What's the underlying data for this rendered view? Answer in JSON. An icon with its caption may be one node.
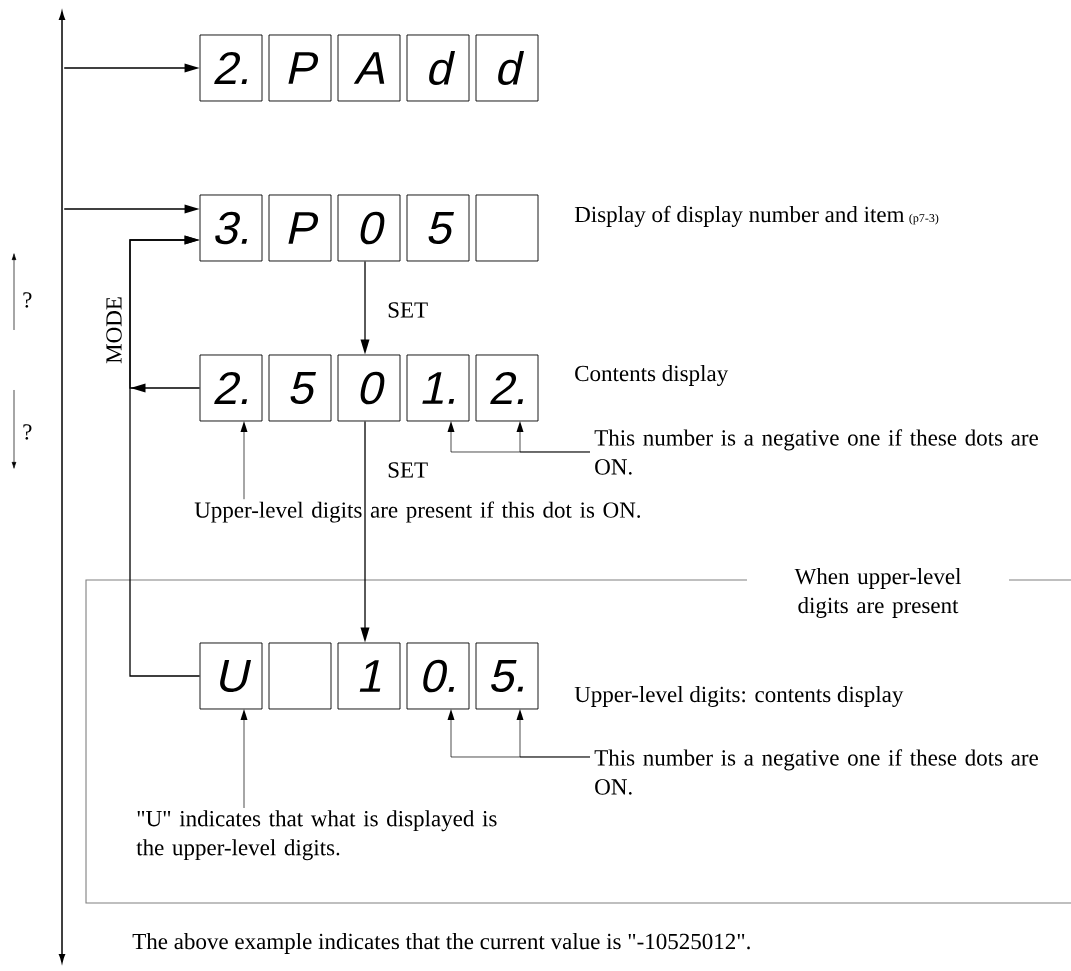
{
  "diagram": {
    "nodes": [
      {
        "text": [],
        "shape": "bar"
      },
      {
        "text": [
          "2."
        ]
      },
      {
        "text": [
          "P"
        ]
      },
      {
        "text": [
          "A"
        ]
      },
      {
        "text": [
          "d"
        ]
      },
      {
        "text": [
          "d"
        ]
      },
      {
        "text": [
          "3."
        ]
      },
      {
        "text": [
          "P"
        ]
      },
      {
        "text": [
          "0"
        ]
      },
      {
        "text": [
          "5"
        ]
      },
      {
        "text": [],
        "shape": "box"
      },
      {
        "text": [
          "2."
        ]
      },
      {
        "text": [
          "5"
        ]
      },
      {
        "text": [
          "0"
        ]
      },
      {
        "text": [
          "1."
        ]
      },
      {
        "text": [
          "2."
        ]
      },
      {
        "text": [
          "When upper-level digits are present"
        ]
      },
      {
        "text": [
          "U"
        ],
        "in": 16
      },
      {
        "text": [],
        "shape": "box",
        "in": 16
      },
      {
        "text": [
          "1"
        ],
        "in": 16
      },
      {
        "text": [
          "0."
        ],
        "in": 16
      },
      {
        "text": [
          "5."
        ],
        "in": 16
      },
      {
        "text": [
          "This number is a negative one if these dots are ON."
        ]
      },
      {
        "text": [
          "Upper-level digits are present if this dot is ON."
        ]
      },
      {
        "text": [
          "\"U\" indicates that what is displayed is the upper-level digits."
        ],
        "in": 16
      },
      {
        "text": [
          "This number is a negative one if these dots are ON."
        ],
        "in": 16
      }
    ],
    "edges": [
      {
        "from": 0,
        "to": 1,
        "arrow": "to"
      },
      {
        "from": 0,
        "to": 6,
        "arrow": "to"
      },
      {
        "from": 8,
        "to": 13,
        "arrow": "to",
        "label": "SET"
      },
      {
        "from": 11,
        "to": 6,
        "arrow": "to",
        "label": "MODE"
      },
      {
        "from": 17,
        "to": 6,
        "arrow": "to"
      },
      {
        "from": 13,
        "to": 19,
        "arrow": "to",
        "label": "SET"
      },
      {
        "from": 22,
        "to": 14,
        "arrow": "to"
      },
      {
        "from": 22,
        "to": 15,
        "arrow": "to"
      },
      {
        "from": 23,
        "to": 11,
        "arrow": "to"
      },
      {
        "from": 24,
        "to": 17,
        "arrow": "to"
      },
      {
        "from": 25,
        "to": 20,
        "arrow": "to"
      },
      {
        "from": 25,
        "to": 21,
        "arrow": "to"
      }
    ],
    "labels": [
      "Display of display number and item",
      "(p7-3)",
      "?",
      "Contents display",
      "?",
      "Upper-level digits: contents display",
      "The above example indicates that the current value is \"-10525012\"."
    ]
  }
}
